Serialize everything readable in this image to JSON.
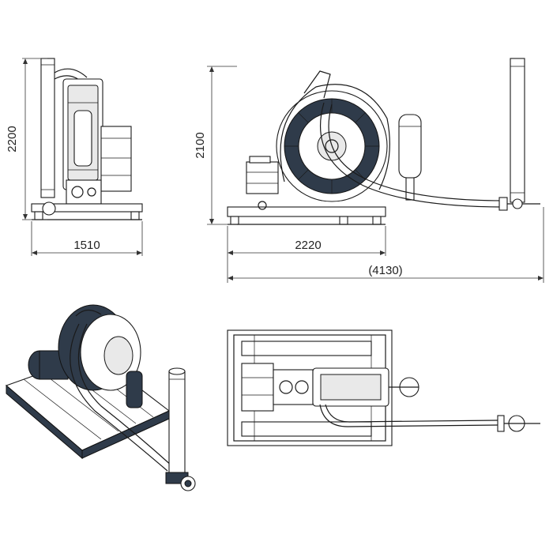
{
  "dimensions": {
    "side_height": "2200",
    "side_width": "1510",
    "front_height": "2100",
    "front_base_width": "2220",
    "front_total_width": "(4130)"
  },
  "colors": {
    "line": "#1a1a1a",
    "machine_dark": "#2f3b4a",
    "background": "#ffffff"
  }
}
